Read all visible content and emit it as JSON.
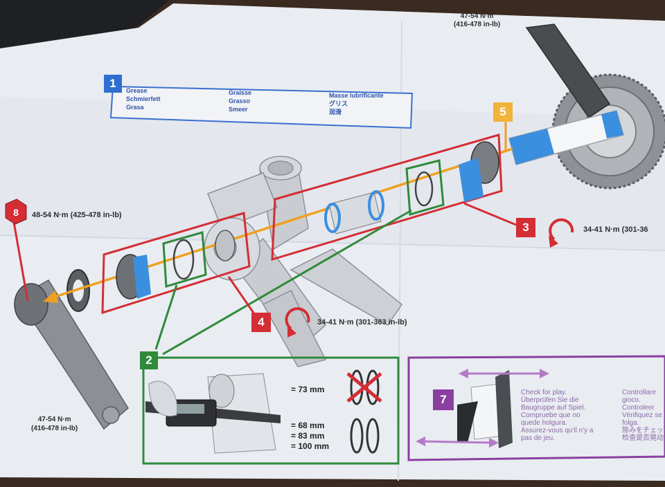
{
  "step_labels": [
    "1",
    "2",
    "3",
    "4",
    "5",
    "7",
    "8"
  ],
  "grease_legend": {
    "col1": [
      "Grease",
      "Schmierfett",
      "Grasa"
    ],
    "col2": [
      "Graisse",
      "Grasso",
      "Smeer"
    ],
    "col3": [
      "Masse lubrificante",
      "グリス",
      "润滑"
    ]
  },
  "torque": {
    "crank_right_line1": "47-54 N·m",
    "crank_right_line2": "(416-478 in-lb)",
    "crank_left_line1": "47-54 N·m",
    "crank_left_line2": "(416-478 in-lb)",
    "step8": "48-54 N·m (425-478 in-lb)",
    "step3": "34-41 N·m (301-36",
    "step4": "34-41 N·m (301-363 in-lb)"
  },
  "measurements": {
    "m1": "= 73 mm",
    "m2": "= 68 mm",
    "m3": "= 83 mm",
    "m4": "= 100 mm"
  },
  "play_check": {
    "col1": [
      "Check for play.",
      "Überprüfen Sie die",
      "Baugruppe auf Spiel.",
      "Compruebe que no",
      "quede holgura.",
      "Assurez-vous qu'il n'y a",
      "pas de jeu."
    ],
    "col2": [
      "Controllare",
      "gioco.",
      "Controleer",
      "Vérifiquez se",
      "folga.",
      "隙みをチェック",
      "检查是否晃动"
    ]
  },
  "colors": {
    "red": "#d42d34",
    "green": "#2f8a3a",
    "blue": "#2f6fd0",
    "orange": "#f0a020",
    "purple": "#8a3fa0",
    "yellow": "#f0b43a"
  }
}
